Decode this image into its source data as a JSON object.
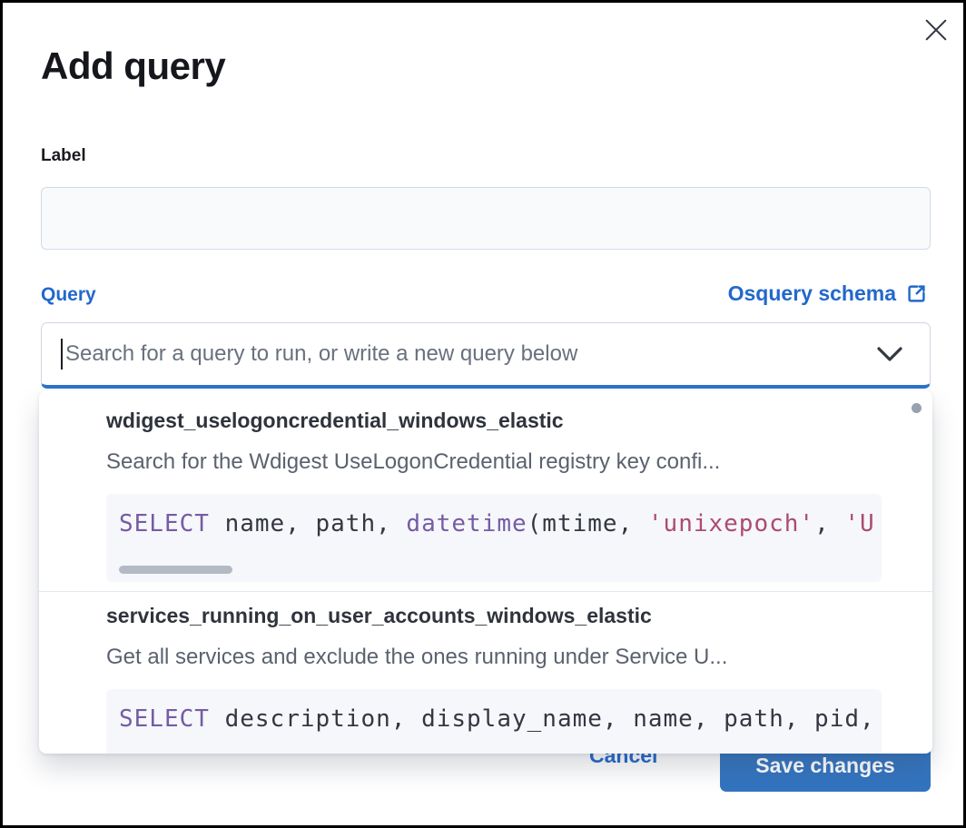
{
  "modal": {
    "title": "Add query"
  },
  "label_field": {
    "label": "Label",
    "value": ""
  },
  "query_field": {
    "label": "Query",
    "schema_link_label": "Osquery schema",
    "placeholder": "Search for a query to run, or write a new query below"
  },
  "dropdown": {
    "items": [
      {
        "title": "wdigest_uselogoncredential_windows_elastic",
        "description": "Search for the Wdigest UseLogonCredential registry key confi...",
        "code_tokens": [
          {
            "type": "keyword",
            "text": "SELECT"
          },
          {
            "type": "plain",
            "text": " name, path, "
          },
          {
            "type": "keyword",
            "text": "datetime"
          },
          {
            "type": "plain",
            "text": "(mtime, "
          },
          {
            "type": "string",
            "text": "'unixepoch'"
          },
          {
            "type": "plain",
            "text": ", "
          },
          {
            "type": "string",
            "text": "'U"
          }
        ]
      },
      {
        "title": "services_running_on_user_accounts_windows_elastic",
        "description": "Get all services and exclude the ones running under Service U...",
        "code_tokens": [
          {
            "type": "keyword",
            "text": "SELECT"
          },
          {
            "type": "plain",
            "text": " description, display_name, name, path, pid,"
          }
        ]
      }
    ]
  },
  "footer": {
    "cancel_label": "Cancel",
    "save_label": "Save changes"
  },
  "icons": {
    "close": "x-icon",
    "external": "external-link-icon",
    "chevron": "chevron-down-icon"
  },
  "colors": {
    "link_blue": "#2268cc",
    "button_blue": "#3374bf",
    "focus_underline": "#2f72cc",
    "code_keyword": "#765ba4",
    "code_string": "#ad4b6d",
    "code_background": "#f5f7fa"
  }
}
